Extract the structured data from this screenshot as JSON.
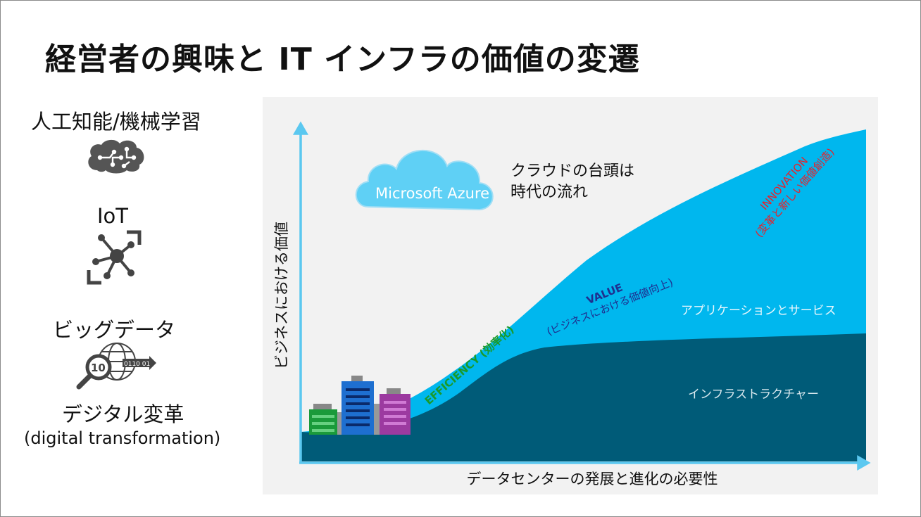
{
  "slide": {
    "title": "経営者の興味と IT インフラの価値の変遷"
  },
  "left_column": {
    "items": [
      {
        "label": "人工知能/機械学習",
        "icon": "brain-circuit-icon"
      },
      {
        "label": "IoT",
        "icon": "iot-hub-icon"
      },
      {
        "label": "ビッグデータ",
        "icon": "big-data-magnifier-icon"
      },
      {
        "label": "デジタル変革",
        "sublabel": "(digital transformation)"
      }
    ]
  },
  "diagram": {
    "y_axis_label": "ビジネスにおける価値",
    "x_axis_label": "データセンターの発展と進化の必要性",
    "cloud_label": "Microsoft Azure",
    "cloud_caption_line1": "クラウドの台頭は",
    "cloud_caption_line2": "時代の流れ",
    "stage_efficiency": "EFFICIENCY (効率化)",
    "stage_value_line1": "VALUE",
    "stage_value_line2": "(ビジネスにおける価値向上)",
    "stage_innovation_line1": "INNOVATION",
    "stage_innovation_line2": "(変革と新しい価値創造)",
    "area_applications": "アプリケーションとサービス",
    "area_infrastructure": "インフラストラクチャー",
    "colors": {
      "panel_bg": "#f2f2f2",
      "axis": "#5bc8f0",
      "infrastructure": "#005b78",
      "applications": "#00b7ee",
      "cloud_fill": "#5fd0f5",
      "efficiency": "#1a9a2a",
      "value": "#1f2f8f",
      "innovation": "#e8202a"
    }
  }
}
